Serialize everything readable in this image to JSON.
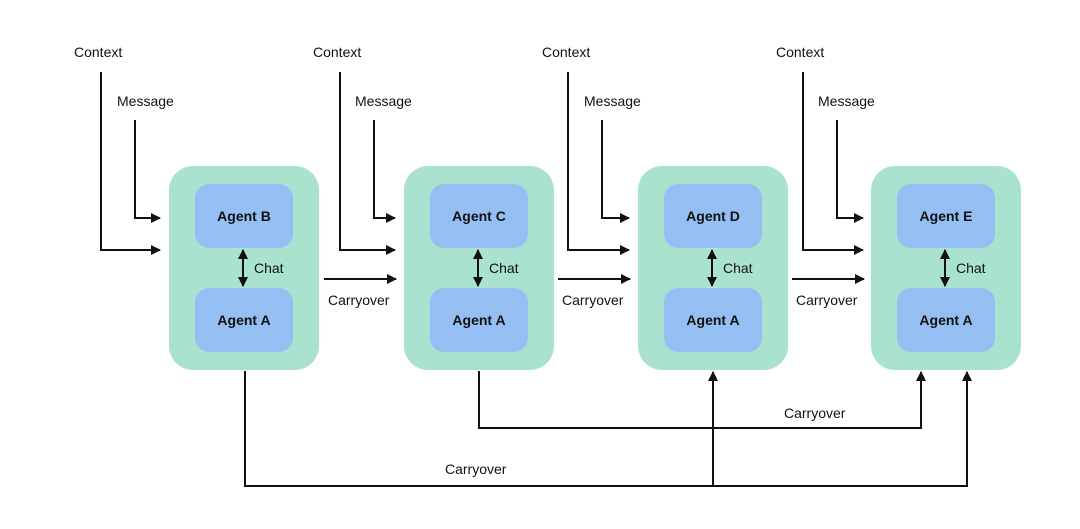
{
  "groups": [
    {
      "inputs": {
        "context": "Context",
        "message": "Message"
      },
      "top_agent": "Agent B",
      "bottom_agent": "Agent A",
      "chat_label": "Chat"
    },
    {
      "inputs": {
        "context": "Context",
        "message": "Message"
      },
      "top_agent": "Agent C",
      "bottom_agent": "Agent A",
      "chat_label": "Chat"
    },
    {
      "inputs": {
        "context": "Context",
        "message": "Message"
      },
      "top_agent": "Agent D",
      "bottom_agent": "Agent A",
      "chat_label": "Chat"
    },
    {
      "inputs": {
        "context": "Context",
        "message": "Message"
      },
      "top_agent": "Agent E",
      "bottom_agent": "Agent A",
      "chat_label": "Chat"
    }
  ],
  "carryover_links": [
    {
      "label": "Carryover",
      "from": 0,
      "to": 1
    },
    {
      "label": "Carryover",
      "from": 1,
      "to": 2
    },
    {
      "label": "Carryover",
      "from": 2,
      "to": 3
    }
  ],
  "long_carryovers": [
    {
      "label": "Carryover",
      "from": 1,
      "to": [
        3
      ]
    },
    {
      "label": "Carryover",
      "from": 0,
      "to": [
        2,
        3
      ]
    }
  ],
  "colors": {
    "group_fill": "#a9e3cf",
    "agent_fill": "#95bff2",
    "line": "#111111"
  }
}
